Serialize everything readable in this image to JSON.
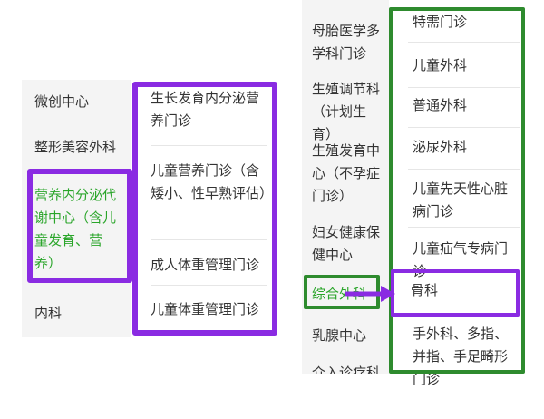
{
  "left": {
    "categories": [
      {
        "label": "微创中心"
      },
      {
        "label": "整形美容外科"
      },
      {
        "label": "营养内分泌代谢中心（含儿童发育、营养）"
      },
      {
        "label": "内科"
      }
    ],
    "subs": [
      {
        "label": "生长发育内分泌营养门诊"
      },
      {
        "label": "儿童营养门诊（含矮小、性早熟评估）"
      },
      {
        "label": "成人体重管理门诊"
      },
      {
        "label": "儿童体重管理门诊"
      }
    ]
  },
  "right": {
    "categories": [
      {
        "label": "母胎医学多学科门诊"
      },
      {
        "label": "生殖调节科（计划生育）"
      },
      {
        "label": "生殖发育中心（不孕症门诊）"
      },
      {
        "label": "妇女健康保健中心"
      },
      {
        "label": "综合外科"
      },
      {
        "label": "乳腺中心"
      },
      {
        "label": "介入诊疗科"
      }
    ],
    "subs": [
      {
        "label": "特需门诊"
      },
      {
        "label": "儿童外科"
      },
      {
        "label": "普通外科"
      },
      {
        "label": "泌尿外科"
      },
      {
        "label": "儿童先天性心脏病门诊"
      },
      {
        "label": "儿童疝气专病门诊"
      },
      {
        "label": "骨科"
      },
      {
        "label": "手外科、多指、并指、手足畸形门诊"
      }
    ]
  },
  "colors": {
    "active_green": "#2aa52a",
    "highlight_purple": "#8a2be2",
    "highlight_green": "#2e8b2e"
  }
}
